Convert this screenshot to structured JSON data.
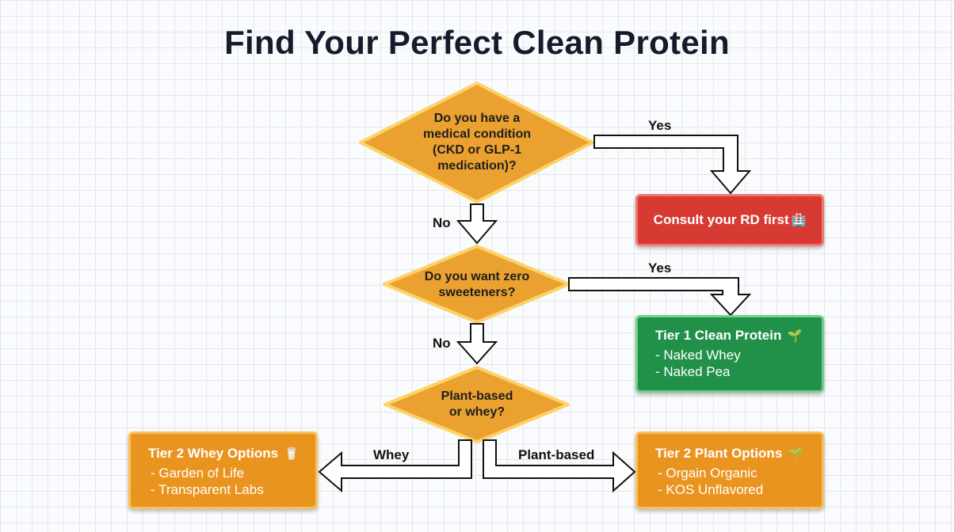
{
  "title": "Find Your Perfect Clean Protein",
  "decisions": {
    "medical": [
      "Do you have a",
      "medical condition",
      "(CKD or GLP-1",
      "medication)?"
    ],
    "sweeteners": [
      "Do you want zero",
      "sweeteners?"
    ],
    "plant_or_whey": [
      "Plant-based",
      "or whey?"
    ]
  },
  "edge_labels": {
    "medical_yes": "Yes",
    "medical_no": "No",
    "sweeteners_yes": "Yes",
    "sweeteners_no": "No",
    "whey": "Whey",
    "plant": "Plant-based"
  },
  "outcomes": {
    "consult": {
      "title": "Consult your RD first",
      "icon": "🏥",
      "icon_name": "medical-kit-icon"
    },
    "tier1": {
      "title": "Tier 1 Clean Protein",
      "icon": "🌱",
      "icon_name": "seedling-icon",
      "items": [
        "- Naked Whey",
        "- Naked Pea"
      ]
    },
    "tier2_whey": {
      "title": "Tier 2 Whey Options",
      "icon": "🥛",
      "icon_name": "milk-carton-icon",
      "items": [
        "- Garden of Life",
        "- Transparent Labs"
      ]
    },
    "tier2_plant": {
      "title": "Tier 2 Plant Options",
      "icon": "🌱",
      "icon_name": "seedling-icon",
      "items": [
        "- Orgain Organic",
        "- KOS Unflavored"
      ]
    }
  },
  "colors": {
    "diamond_fill": "#eba12f",
    "diamond_stroke": "#fbd36a",
    "red": "#d63a32",
    "green": "#21914a",
    "orange": "#ea9420"
  }
}
